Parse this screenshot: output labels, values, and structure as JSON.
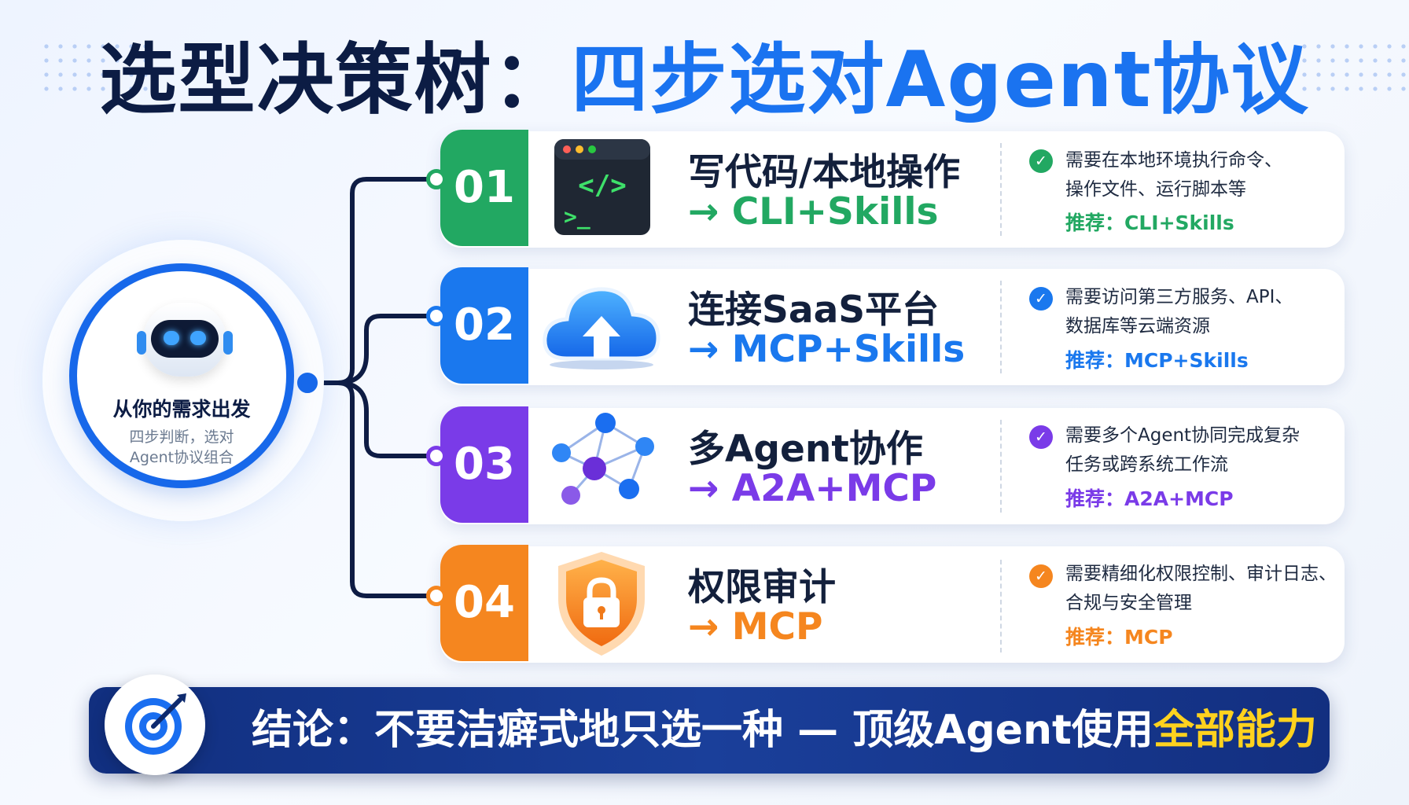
{
  "title": {
    "part1": "选型决策树：",
    "part2": "四步选对Agent协议"
  },
  "hub": {
    "title": "从你的需求出发",
    "subtitle_line1": "四步判断，选对",
    "subtitle_line2": "Agent协议组合"
  },
  "steps": [
    {
      "num": "01",
      "title": "写代码/本地操作",
      "recommend": "→ CLI+Skills",
      "desc_line1": "需要在本地环境执行命令、",
      "desc_line2": "操作文件、运行脚本等",
      "rec_label": "推荐：CLI+Skills",
      "color": "#22a862",
      "icon": "terminal-icon"
    },
    {
      "num": "02",
      "title": "连接SaaS平台",
      "recommend": "→ MCP+Skills",
      "desc_line1": "需要访问第三方服务、API、",
      "desc_line2": "数据库等云端资源",
      "rec_label": "推荐：MCP+Skills",
      "color": "#1a78ee",
      "icon": "cloud-upload-icon"
    },
    {
      "num": "03",
      "title": "多Agent协作",
      "recommend": "→ A2A+MCP",
      "desc_line1": "需要多个Agent协同完成复杂",
      "desc_line2": "任务或跨系统工作流",
      "rec_label": "推荐：A2A+MCP",
      "color": "#7a3be8",
      "icon": "network-icon"
    },
    {
      "num": "04",
      "title": "权限审计",
      "recommend": "→ MCP",
      "desc_line1": "需要精细化权限控制、审计日志、",
      "desc_line2": "合规与安全管理",
      "rec_label": "推荐：MCP",
      "color": "#f5861f",
      "icon": "shield-lock-icon"
    }
  ],
  "conclusion": {
    "text": "结论：不要洁癖式地只选一种 — 顶级Agent使用",
    "highlight": "全部能力"
  }
}
